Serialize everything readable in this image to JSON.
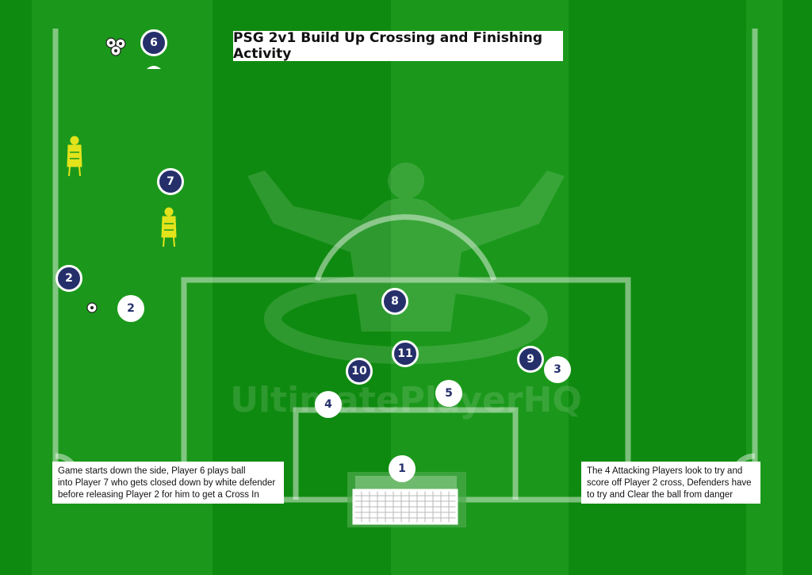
{
  "title": "PSG 2v1 Build Up Crossing and Finishing Activity",
  "watermark": "UltimatePlayerHQ",
  "notes": {
    "left": [
      "Game starts down the side, Player 6 plays ball",
      "into Player 7 who gets closed down by white defender",
      "before releasing Player 2 for him to get a Cross In"
    ],
    "right": [
      "The 4 Attacking Players look to try and",
      "score off Player 2 cross, Defenders have",
      "to try and Clear the ball from danger"
    ]
  },
  "players": {
    "attackers": [
      "6",
      "7",
      "2",
      "8",
      "11",
      "10",
      "9"
    ],
    "defenders": [
      "2",
      "3",
      "5",
      "4",
      "1"
    ]
  },
  "equipment": [
    "ball-group-icon",
    "cone-icon",
    "mannequin-icon",
    "mannequin-icon",
    "ball-icon",
    "goal-icon"
  ],
  "colors": {
    "pitch_dark": "#0f8a10",
    "pitch_light": "#1c9a1c",
    "attacker": "#25306b",
    "defender": "#ffffff",
    "mannequin": "#e3e31c"
  }
}
